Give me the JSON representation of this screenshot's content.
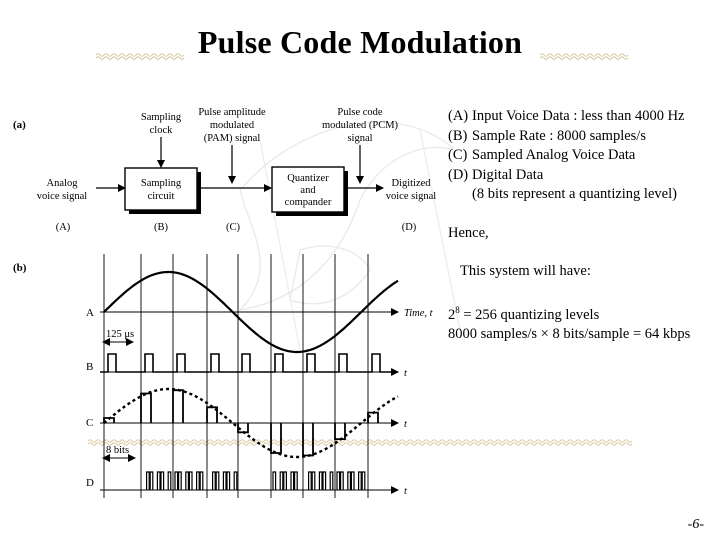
{
  "slide": {
    "title": "Pulse Code Modulation",
    "page_number": "-6-",
    "accent_wave_color": "#d8c59a"
  },
  "diagram_a": {
    "panel_label": "(a)",
    "input_label": [
      "Analog",
      "voice signal"
    ],
    "sampling_clock": [
      "Sampling",
      "clock"
    ],
    "pam_label": [
      "Pulse amplitude",
      "modulated",
      "(PAM) signal"
    ],
    "pcm_label": [
      "Pulse code",
      "modulated (PCM)",
      "signal"
    ],
    "block1": [
      "Sampling",
      "circuit"
    ],
    "block2": [
      "Quantizer",
      "and",
      "compander"
    ],
    "output_label": [
      "Digitized",
      "voice signal"
    ],
    "points": [
      "(A)",
      "(B)",
      "(C)",
      "(D)"
    ]
  },
  "diagram_b": {
    "panel_label": "(b)",
    "rows": [
      "A",
      "B",
      "C",
      "D"
    ],
    "time_label": "Time, t",
    "t_label": "t",
    "period_label": "125 μs",
    "bits_label": "8 bits"
  },
  "notes": {
    "items": [
      {
        "tag": "(A)",
        "text": "Input Voice Data : less than 4000 Hz"
      },
      {
        "tag": "(B)",
        "text": "Sample Rate : 8000 samples/s"
      },
      {
        "tag": "(C)",
        "text": "Sampled Analog Voice Data"
      },
      {
        "tag": "(D)",
        "text": "Digital Data"
      }
    ],
    "items_note": "(8 bits represent a quantizing level)",
    "hence": "Hence,",
    "system": "This system will have:",
    "levels_base": "2",
    "levels_exp": "8",
    "levels_rest": " = 256 quantizing levels",
    "rate": "8000 samples/s × 8 bits/sample = 64 kbps"
  }
}
